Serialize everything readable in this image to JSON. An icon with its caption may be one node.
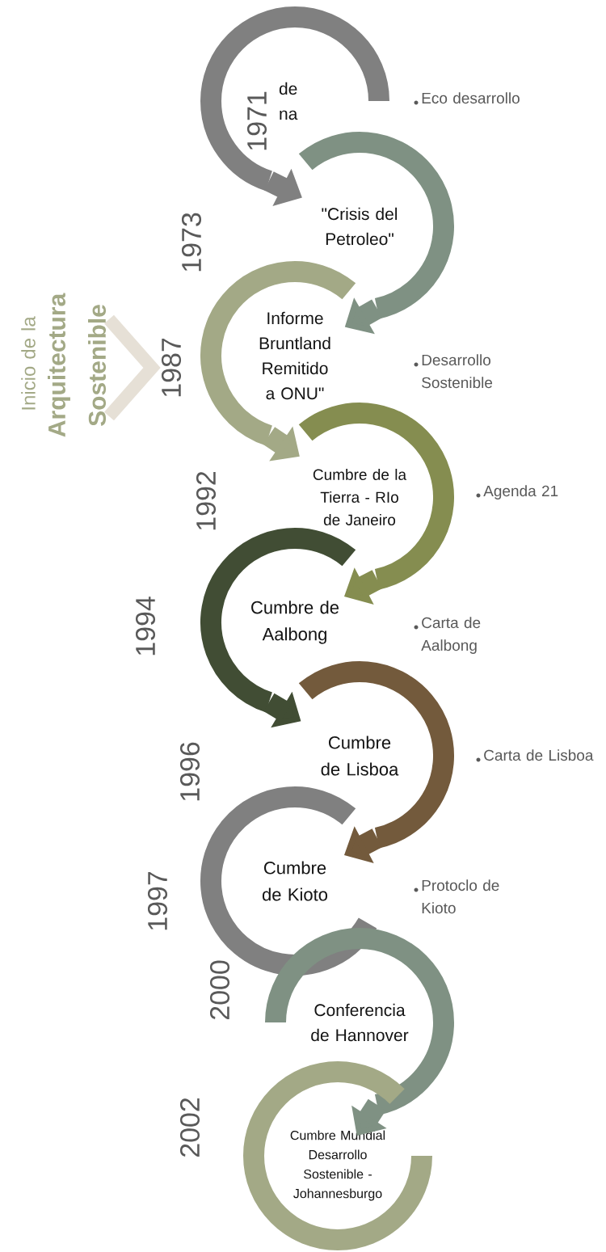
{
  "diagram": {
    "nodes": [
      {
        "text": [
          "de na"
        ]
      },
      {
        "text": [
          "\"Crisis del Petroleo\""
        ]
      },
      {
        "text": [
          "Informe Bruntland Remitido a ONU\""
        ]
      },
      {
        "text": [
          "Cumbre de la Tierra - RIo de Janeiro"
        ]
      },
      {
        "text": [
          "Cumbre de Aalbong"
        ]
      },
      {
        "text": [
          "Cumbre de Lisboa"
        ]
      },
      {
        "text": [
          "Cumbre de Kioto"
        ]
      },
      {
        "text": [
          "Conferencia de Hannover"
        ]
      },
      {
        "text": [
          "Cumbre Mundial Desarrollo Sostenible - Johannesburgo"
        ]
      }
    ],
    "edges": [
      {
        "from": 0,
        "to": 1,
        "arrow": "to",
        "color": "#808080"
      },
      {
        "from": 1,
        "to": 2,
        "arrow": "to",
        "color": "#7f9183"
      },
      {
        "from": 2,
        "to": 3,
        "arrow": "to",
        "color": "#a3a986"
      },
      {
        "from": 3,
        "to": 4,
        "arrow": "to",
        "color": "#858d50"
      },
      {
        "from": 4,
        "to": 5,
        "arrow": "to",
        "color": "#414d34"
      },
      {
        "from": 5,
        "to": 6,
        "arrow": "to",
        "color": "#735a3c"
      },
      {
        "from": 7,
        "to": 8,
        "arrow": "to",
        "color": "#7f9183"
      }
    ],
    "labels": [
      "1971",
      "Eco desarrollo",
      "1973",
      "Inicio de la",
      "Arquitectura Sostenible",
      "1987",
      "Desarrollo Sostenible",
      "1992",
      "Agenda 21",
      "1994",
      "Carta de Aalbong",
      "1996",
      "Carta de Lisboa",
      "1997",
      "Protoclo de Kioto",
      "2000",
      "2002"
    ]
  }
}
